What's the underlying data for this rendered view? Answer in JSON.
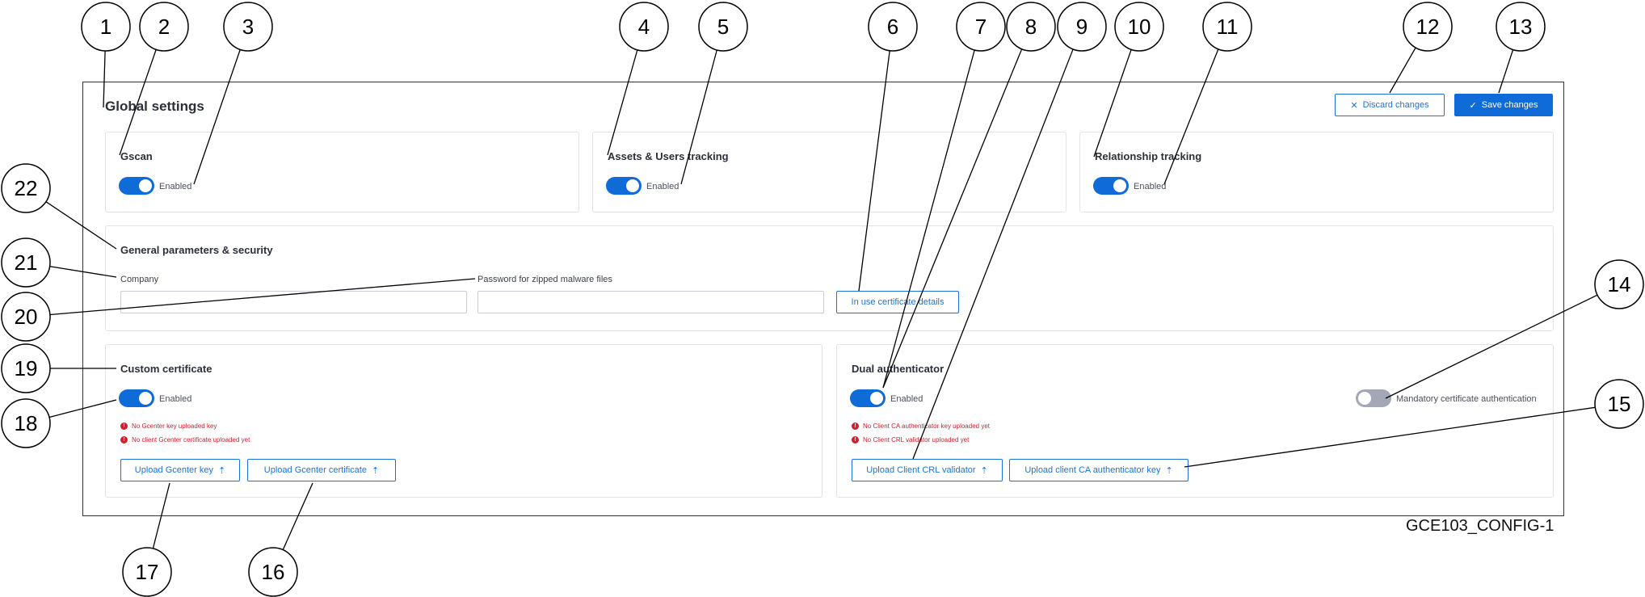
{
  "page": {
    "title": "Global settings",
    "discard_label": "Discard changes",
    "save_label": "Save changes",
    "figure_code": "GCE103_CONFIG-1"
  },
  "cards": {
    "gscan": {
      "title": "Gscan",
      "toggle_label": "Enabled",
      "enabled": true
    },
    "assets": {
      "title": "Assets & Users tracking",
      "toggle_label": "Enabled",
      "enabled": true
    },
    "relationship": {
      "title": "Relationship tracking",
      "toggle_label": "Enabled",
      "enabled": true
    }
  },
  "general": {
    "title": "General parameters & security",
    "company_label": "Company",
    "company_value": "",
    "password_label": "Password for zipped malware files",
    "password_value": "",
    "cert_details_label": "In use certificate details"
  },
  "custom_cert": {
    "title": "Custom certificate",
    "toggle_label": "Enabled",
    "enabled": true,
    "errors": [
      "No Gcenter key uploaded key",
      "No client Gcenter certificate uploaded yet"
    ],
    "upload_key_label": "Upload Gcenter key",
    "upload_cert_label": "Upload Gcenter certificate"
  },
  "dual_auth": {
    "title": "Dual authenticator",
    "toggle_label": "Enabled",
    "enabled": true,
    "mandatory_label": "Mandatory certificate authentication",
    "mandatory_enabled": false,
    "errors": [
      "No Client CA authenticator key uploaded yet",
      "No Client CRL validator uploaded yet"
    ],
    "upload_crl_label": "Upload Client CRL validator",
    "upload_ca_label": "Upload client CA authenticator key"
  },
  "callouts": [
    "1",
    "2",
    "3",
    "4",
    "5",
    "6",
    "7",
    "8",
    "9",
    "10",
    "11",
    "12",
    "13",
    "14",
    "15",
    "16",
    "17",
    "18",
    "19",
    "20",
    "21",
    "22"
  ],
  "colors": {
    "accent": "#0f6bd7",
    "error": "#d0202e",
    "toggle_off": "#a4a8b6"
  },
  "icons": {
    "discard": "close-icon",
    "save": "check-icon",
    "upload": "upload-icon",
    "error": "error-icon"
  }
}
